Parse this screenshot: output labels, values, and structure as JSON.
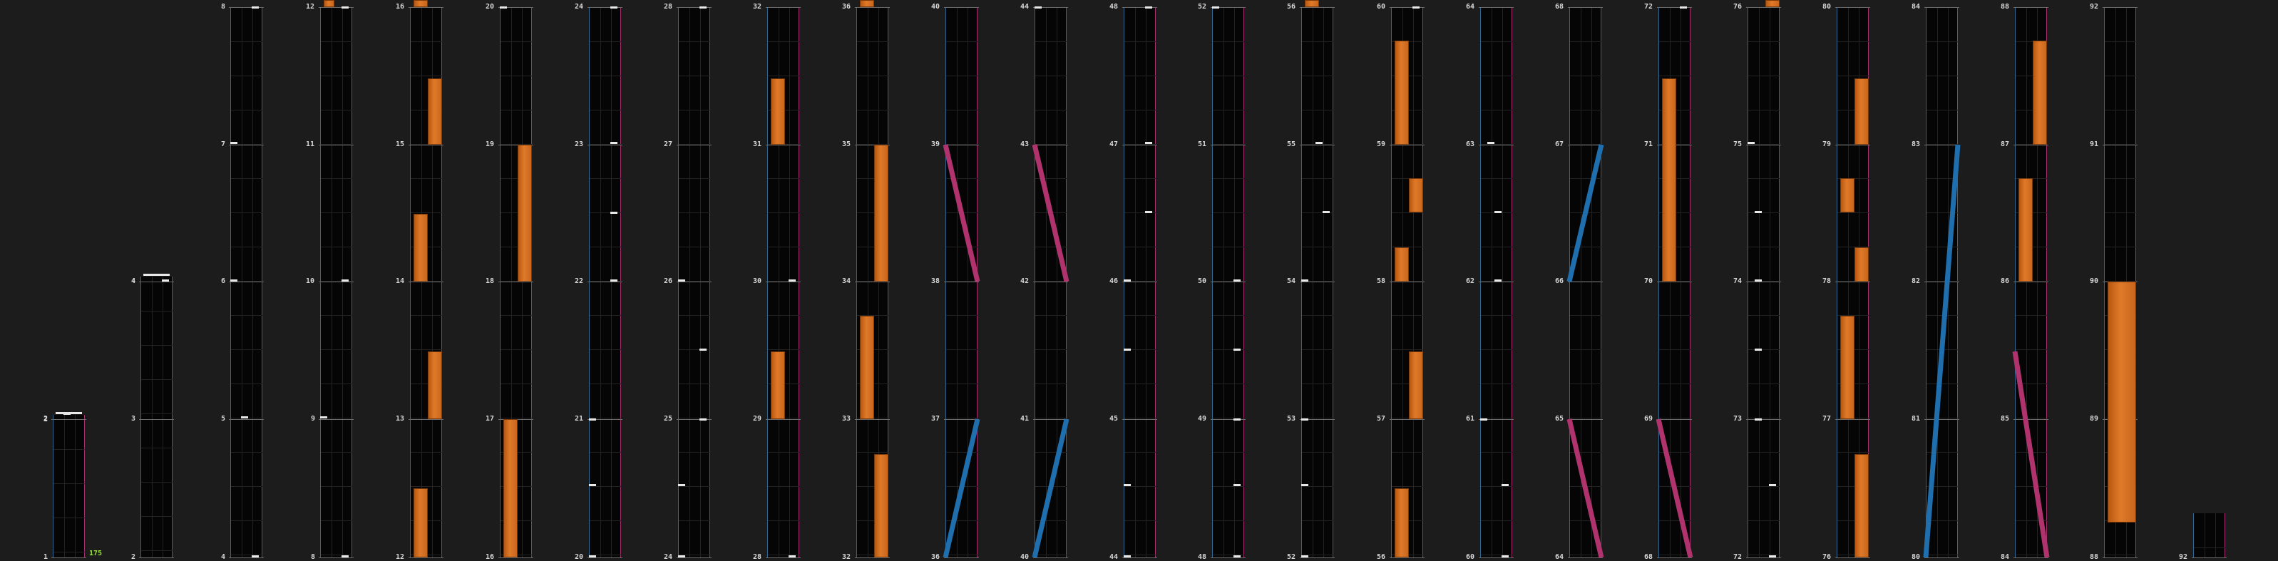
{
  "colors": {
    "background": "#1c1c1c",
    "column_fill": "#050505",
    "left_border": "#2f6690",
    "right_border": "#a3326e",
    "bar": "#e07a2a",
    "diag_blue": "#1f6fae",
    "diag_pink": "#b0336e",
    "dash": "#e8e8e8",
    "label": "#d6d6d6",
    "highlight_label": "#9be23b"
  },
  "highlight_value": "175",
  "columns": [
    {
      "labels": [
        "1",
        "2"
      ],
      "top_label": "2"
    },
    {
      "labels": [
        "2",
        "3",
        "4"
      ],
      "top_label": "4"
    },
    {
      "labels": [
        "4",
        "5",
        "6",
        "7",
        "8"
      ]
    },
    {
      "labels": [
        "8",
        "9",
        "10",
        "11",
        "12"
      ]
    },
    {
      "labels": [
        "12",
        "13",
        "14",
        "15",
        "16"
      ]
    },
    {
      "labels": [
        "16",
        "17",
        "18",
        "19",
        "20"
      ]
    },
    {
      "labels": [
        "20",
        "21",
        "22",
        "23",
        "24"
      ]
    },
    {
      "labels": [
        "24",
        "25",
        "26",
        "27",
        "28"
      ]
    },
    {
      "labels": [
        "28",
        "29",
        "30",
        "31",
        "32"
      ]
    },
    {
      "labels": [
        "32",
        "33",
        "34",
        "35",
        "36"
      ]
    },
    {
      "labels": [
        "36",
        "37",
        "38",
        "39",
        "40"
      ]
    },
    {
      "labels": [
        "40",
        "41",
        "42",
        "43",
        "44"
      ]
    },
    {
      "labels": [
        "44",
        "45",
        "46",
        "47",
        "48"
      ]
    },
    {
      "labels": [
        "48",
        "49",
        "50",
        "51",
        "52"
      ]
    },
    {
      "labels": [
        "52",
        "53",
        "54",
        "55",
        "56"
      ]
    },
    {
      "labels": [
        "56",
        "57",
        "58",
        "59",
        "60"
      ]
    },
    {
      "labels": [
        "60",
        "61",
        "62",
        "63",
        "64"
      ]
    },
    {
      "labels": [
        "64",
        "65",
        "66",
        "67",
        "68"
      ]
    },
    {
      "labels": [
        "68",
        "69",
        "70",
        "71",
        "72"
      ]
    },
    {
      "labels": [
        "72",
        "73",
        "74",
        "75",
        "76"
      ]
    },
    {
      "labels": [
        "76",
        "77",
        "78",
        "79",
        "80"
      ]
    },
    {
      "labels": [
        "80",
        "81",
        "82",
        "83",
        "84"
      ]
    },
    {
      "labels": [
        "84",
        "85",
        "86",
        "87",
        "88"
      ]
    },
    {
      "labels": [
        "88",
        "89",
        "90",
        "91",
        "92"
      ]
    },
    {
      "labels": [
        "92"
      ]
    }
  ]
}
